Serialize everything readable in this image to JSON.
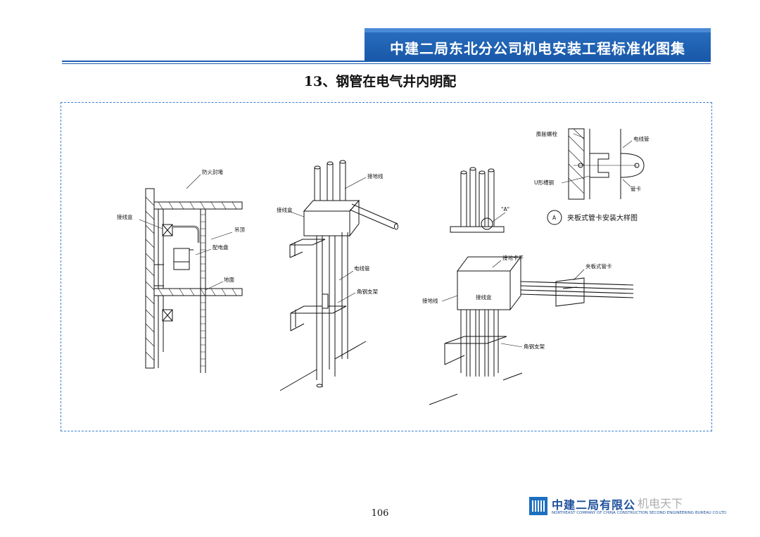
{
  "header": {
    "title": "中建二局东北分公司机电安装工程标准化图集"
  },
  "page": {
    "title": "13、钢管在电气井内明配",
    "number": "106"
  },
  "diagram": {
    "left": {
      "labels": [
        "防火封堵",
        "接线盒",
        "吊顶",
        "配电盘",
        "地面"
      ]
    },
    "middle": {
      "labels": [
        "接地线",
        "接线盒",
        "电线管",
        "角钢支架"
      ]
    },
    "right": {
      "labels": [
        "\"A\"",
        "接地卡子",
        "夹板式管卡",
        "接线盒",
        "接地线",
        "角钢支架"
      ]
    },
    "detail": {
      "labels": [
        "膨胀螺栓",
        "电线管",
        "U形槽钢",
        "管卡",
        "A",
        "夹板式管卡安装大样图"
      ]
    }
  },
  "footer": {
    "company_cn": "中建二局有限公",
    "company_en": "NORTHEAST COMPANY OF CHINA CONSTRUCTION SECOND ENGINEERING BUREAU CO.LTD",
    "watermark": "机电天下"
  },
  "colors": {
    "brand_blue": "#1958a8",
    "frame_blue": "#3b7fd0",
    "line": "#111111"
  }
}
